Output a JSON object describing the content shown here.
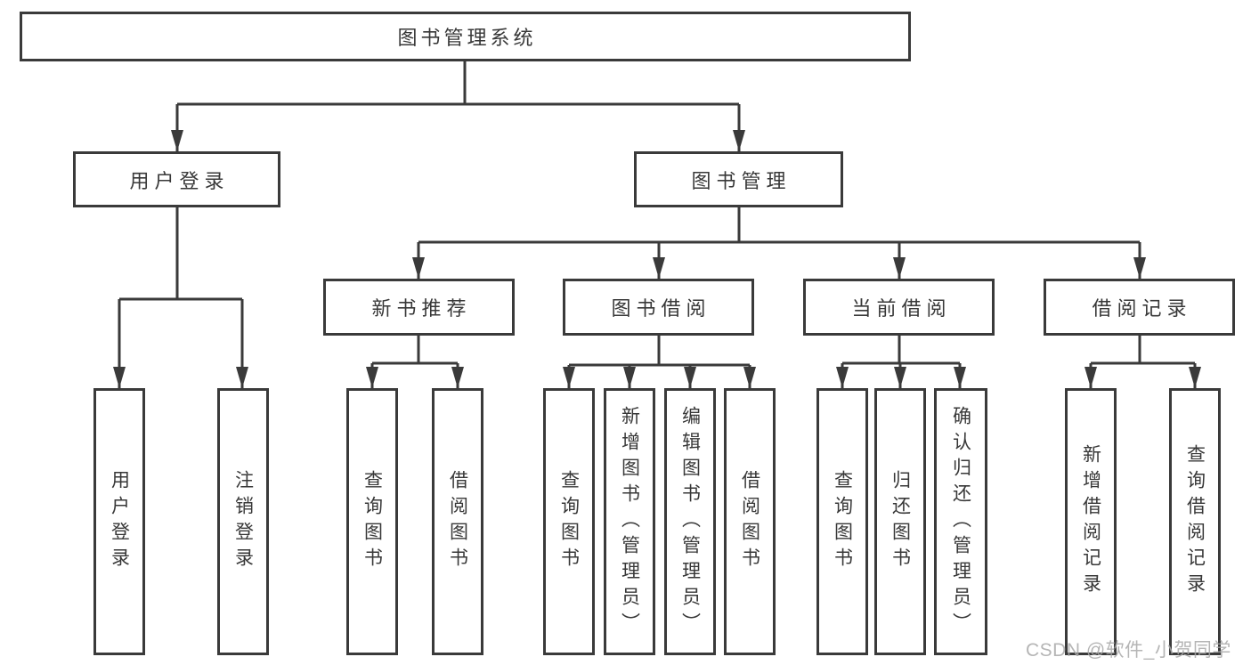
{
  "colors": {
    "line": "#3a3a3a",
    "text": "#383838",
    "watermark": "#a9a9a9",
    "background": "#ffffff"
  },
  "watermark": {
    "text": "CSDN @软件_小贺同学"
  },
  "diagram": {
    "root": {
      "label": "图书管理系统"
    },
    "level2": [
      {
        "label": "用户登录"
      },
      {
        "label": "图书管理"
      }
    ],
    "level3": [
      {
        "label": "新书推荐"
      },
      {
        "label": "图书借阅"
      },
      {
        "label": "当前借阅"
      },
      {
        "label": "借阅记录"
      }
    ],
    "level4": {
      "user_login_children": [
        "用户登录",
        "注销登录"
      ],
      "new_book_children": [
        "查询图书",
        "借阅图书"
      ],
      "book_borrow_children": [
        "查询图书",
        "新增图书（管理员）",
        "编辑图书（管理员）",
        "借阅图书"
      ],
      "current_borrow_children": [
        "查询图书",
        "归还图书",
        "确认归还（管理员）"
      ],
      "borrow_record_children": [
        "新增借阅记录",
        "查询借阅记录"
      ]
    }
  }
}
